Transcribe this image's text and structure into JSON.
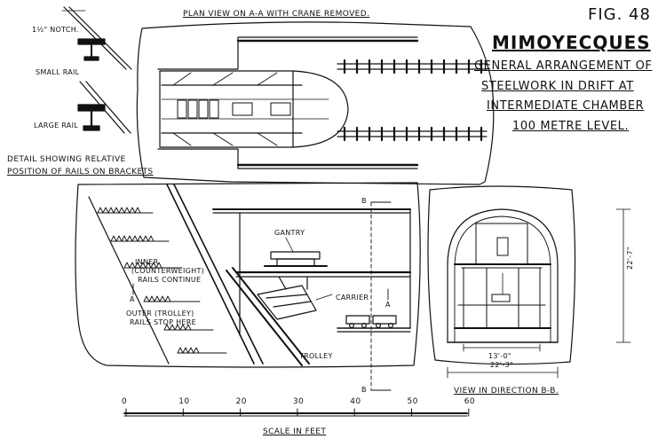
{
  "header": {
    "fig": "FIG. 48",
    "title": "MIMOYECQUES",
    "subtitle_lines": [
      "GENERAL ARRANGEMENT OF",
      "STEELWORK IN DRIFT AT",
      "INTERMEDIATE CHAMBER",
      "100 METRE LEVEL."
    ]
  },
  "plan_view": {
    "title": "PLAN VIEW ON A-A WITH CRANE REMOVED."
  },
  "rail_details": {
    "notch_label": "1½\" NOTCH.",
    "small_rail": "SMALL RAIL",
    "large_rail": "LARGE RAIL"
  },
  "detail": {
    "line1": "DETAIL SHOWING RELATIVE",
    "line2": "POSITION OF RAILS ON BRACKETS"
  },
  "section": {
    "gantry": "GANTRY",
    "carrier": "CARRIER",
    "trolley": "TROLLEY",
    "inner_rails": [
      "INNER",
      "(COUNTERWEIGHT)",
      "RAILS CONTINUE"
    ],
    "outer_rails": [
      "OUTER (TROLLEY)",
      "RAILS STOP HERE"
    ],
    "mark_a": "A",
    "mark_b": "B"
  },
  "view_bb": {
    "caption": "VIEW IN DIRECTION B-B.",
    "height_dim": "22'-7\"",
    "inner_width_dim": "13'-0\"",
    "outer_width_dim": "22'-3\""
  },
  "scale": {
    "ticks": [
      "0",
      "10",
      "20",
      "30",
      "40",
      "50",
      "60"
    ],
    "label": "SCALE IN FEET"
  }
}
